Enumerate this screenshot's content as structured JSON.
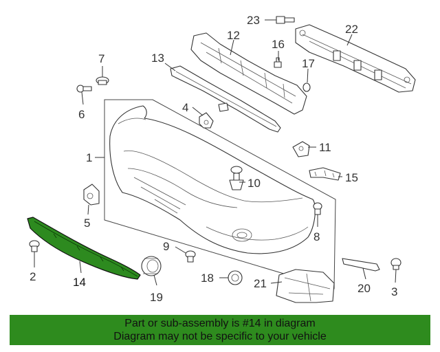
{
  "colors": {
    "highlight": "#2d8a1f",
    "banner": "#2e8b1e",
    "line": "#333333"
  },
  "callouts": {
    "c1": "1",
    "c2": "2",
    "c3": "3",
    "c4": "4",
    "c5": "5",
    "c6": "6",
    "c7": "7",
    "c8": "8",
    "c9": "9",
    "c10": "10",
    "c11": "11",
    "c12": "12",
    "c13": "13",
    "c14": "14",
    "c15": "15",
    "c16": "16",
    "c17": "17",
    "c18": "18",
    "c19": "19",
    "c20": "20",
    "c21": "21",
    "c22": "22",
    "c23": "23"
  },
  "highlighted_part": "14",
  "banner": {
    "line1": "Part or sub-assembly is #14 in diagram",
    "line2": "Diagram may not be specific to your vehicle"
  }
}
